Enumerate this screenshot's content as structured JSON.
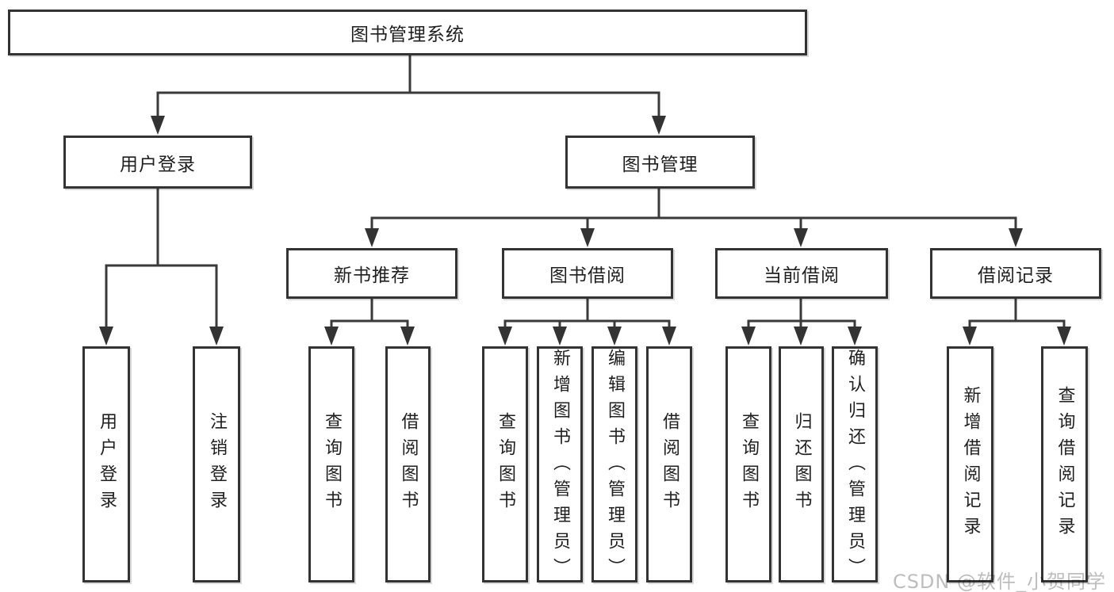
{
  "diagram": {
    "nodes": {
      "root": "图书管理系统",
      "user_login": "用户登录",
      "book_mgmt": "图书管理",
      "new_rec": "新书推荐",
      "borrow": "图书借阅",
      "current": "当前借阅",
      "records": "借阅记录",
      "leaf_login": "用户登录",
      "leaf_logout": "注销登录",
      "rec_query": "查询图书",
      "rec_borrow": "借阅图书",
      "bor_query": "查询图书",
      "bor_add": "新增图书（管理员）",
      "bor_edit": "编辑图书（管理员）",
      "bor_borrow": "借阅图书",
      "cur_query": "查询图书",
      "cur_return": "归还图书",
      "cur_confirm": "确认归还（管理员）",
      "log_add": "新增借阅记录",
      "log_query": "查询借阅记录"
    },
    "colors": {
      "line": "#3a3a3a",
      "border": "#333333",
      "text": "#1f1f1f",
      "watermark": "#bdbdbd"
    }
  },
  "watermark": {
    "text": "CSDN @软件_小贺同学"
  }
}
